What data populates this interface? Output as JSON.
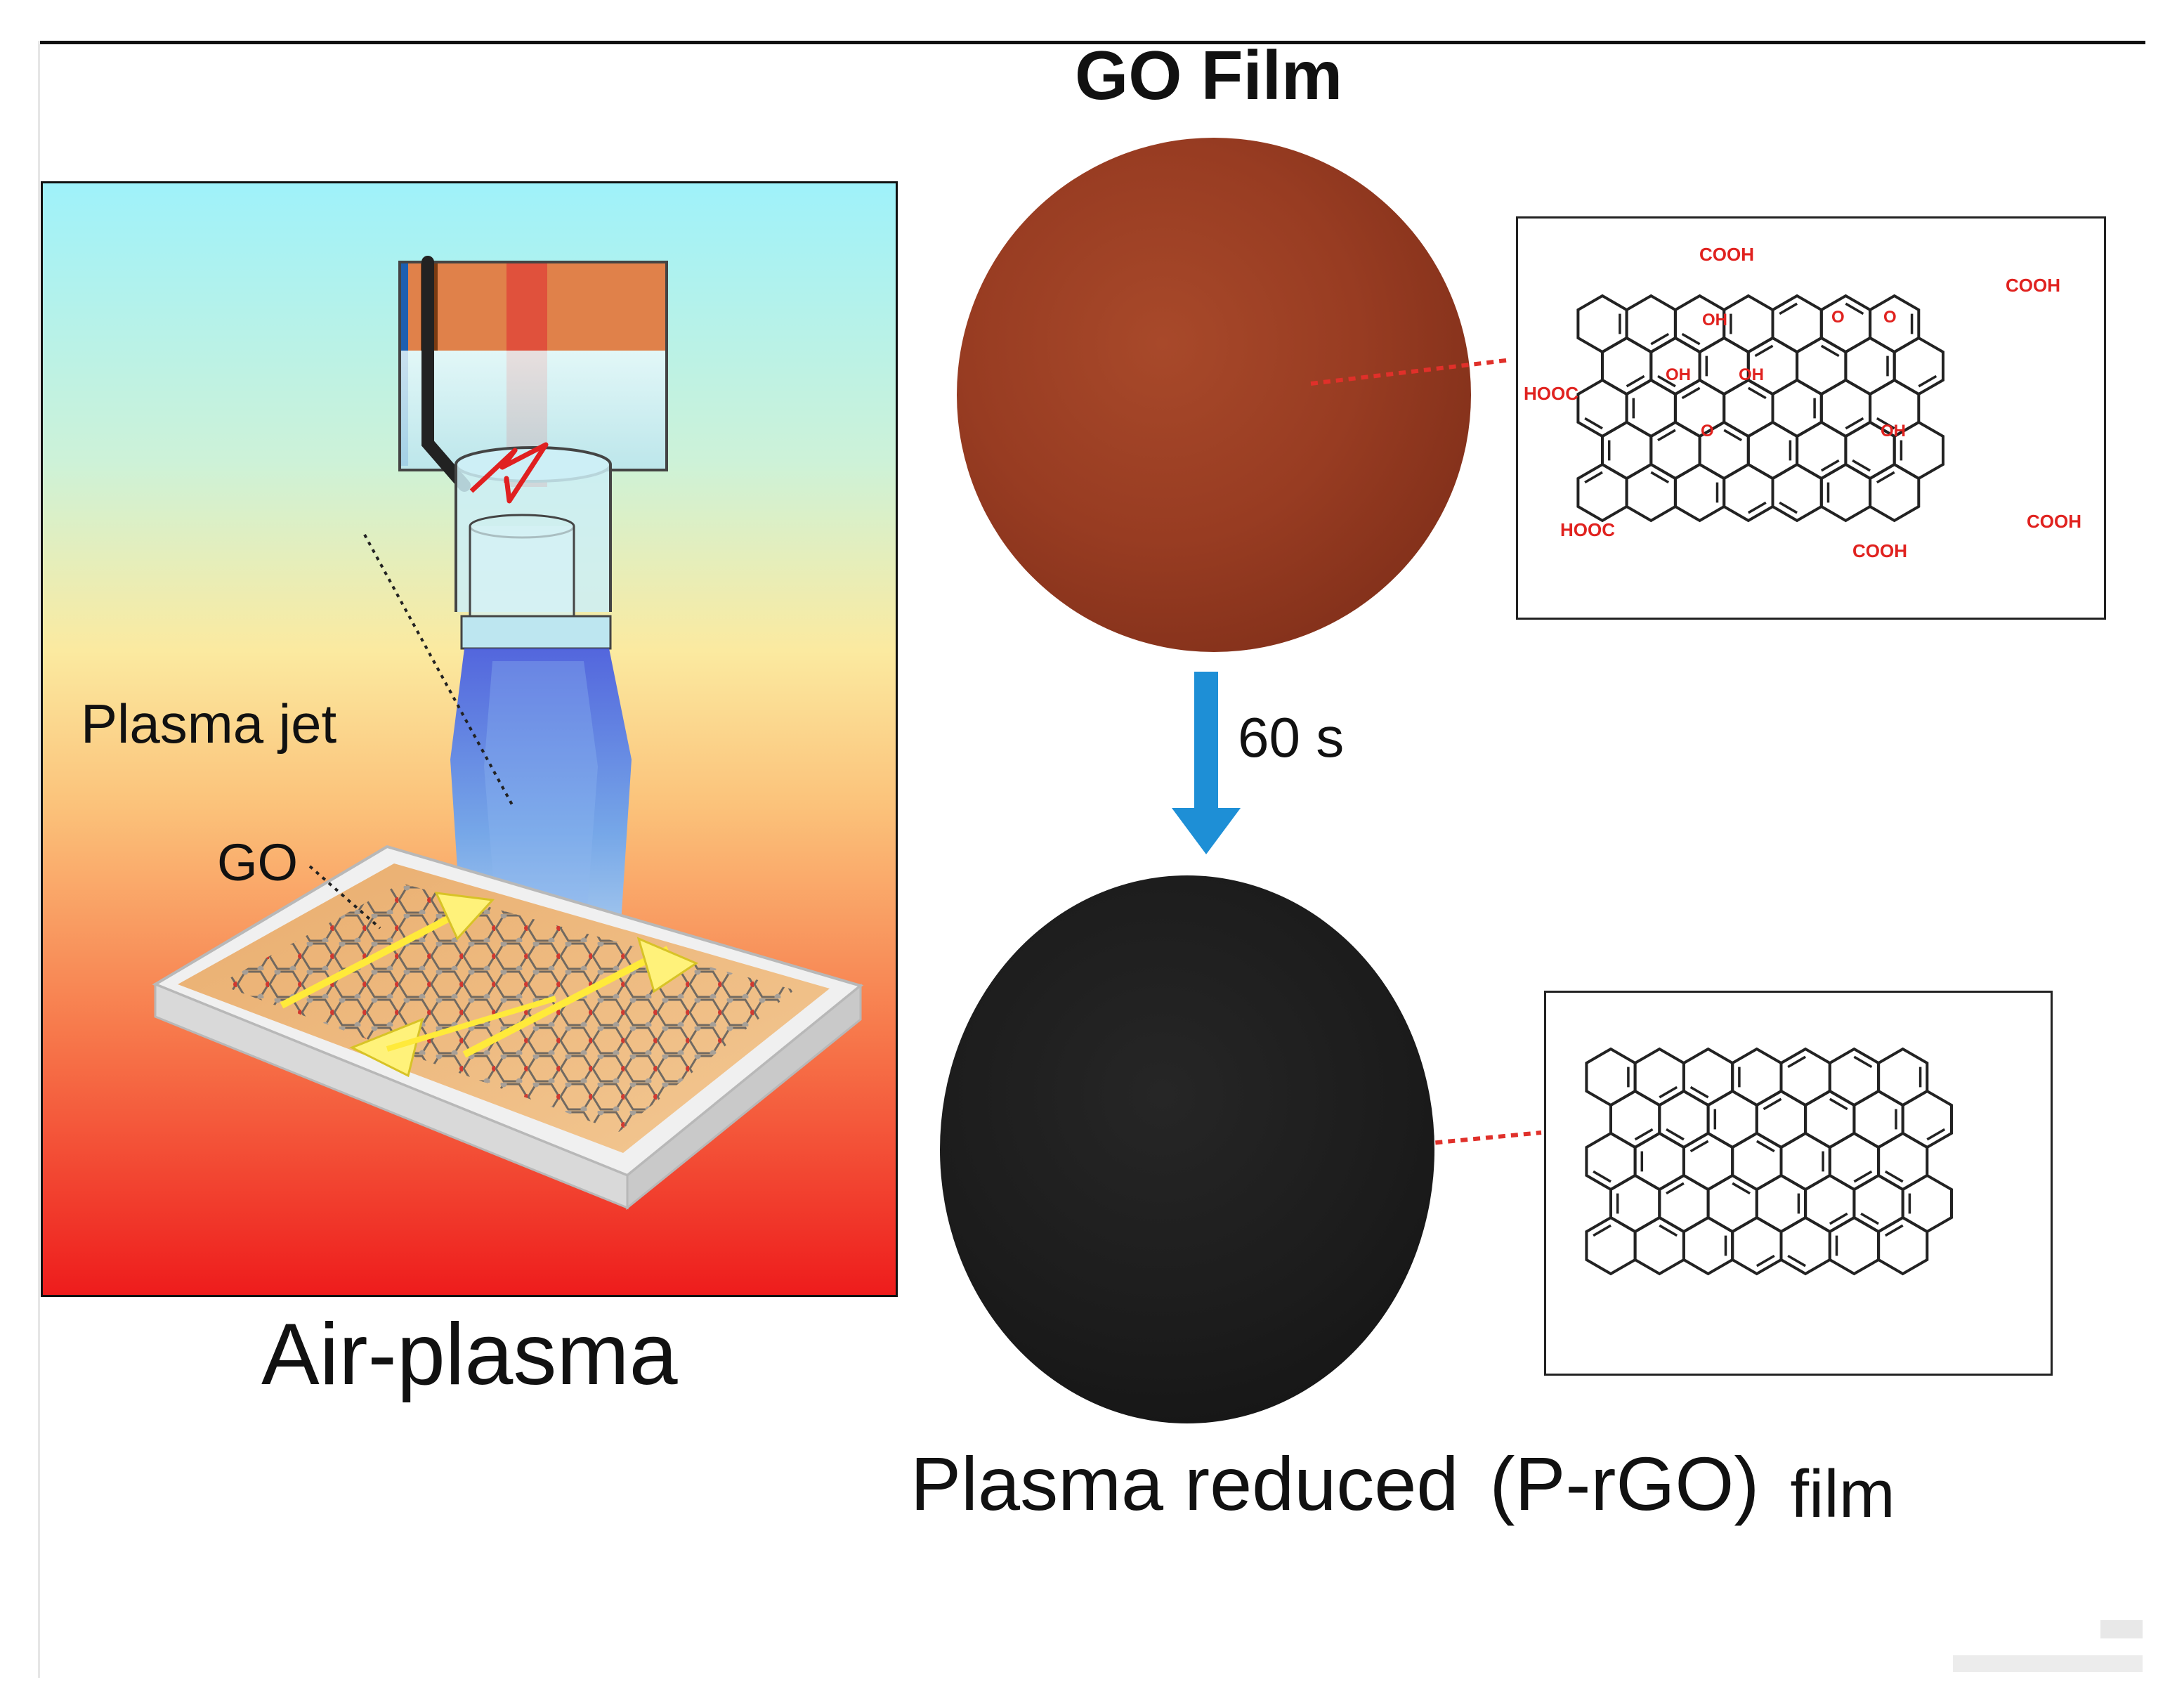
{
  "panel": {
    "jet_label": "Plasma jet",
    "go_label": "GO",
    "title": "Air-plasma"
  },
  "films": {
    "go_title": "GO Film",
    "time_label": "60 s",
    "prgo_part1": "Plasma reduced",
    "prgo_part2": "(P-rGO)",
    "prgo_part3": "film"
  },
  "go_structure": {
    "groups": [
      "COOH",
      "COOH",
      "HOOC",
      "HOOC",
      "COOH",
      "COOH",
      "OH",
      "OH",
      "OH",
      "OH",
      "O",
      "O",
      "O"
    ]
  },
  "colors": {
    "arrow": "#1e8fd6",
    "dashed_link": "#e0302a",
    "go_film": "#983c22",
    "rgo_film": "#1c1c1c",
    "functional_group": "#e0221f"
  }
}
